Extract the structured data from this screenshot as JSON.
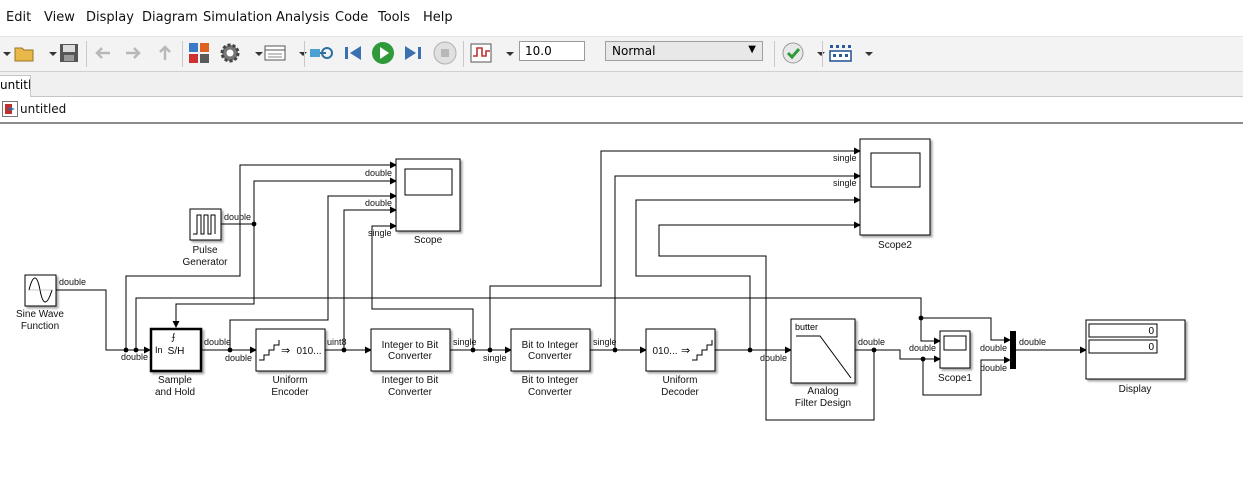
{
  "menu": [
    "Edit",
    "View",
    "Display",
    "Diagram",
    "Simulation",
    "Analysis",
    "Code",
    "Tools",
    "Help"
  ],
  "toolbar": {
    "stop_time": "10.0",
    "sim_mode": "Normal",
    "icons": [
      "new-model-icon",
      "open-icon",
      "save-icon",
      "back-icon",
      "forward-icon",
      "up-icon",
      "library-browser-icon",
      "model-config-icon",
      "model-explorer-icon",
      "step-back-icon",
      "run-icon",
      "step-forward-icon",
      "stop-icon",
      "signal-logging-icon",
      "check-icon",
      "build-icon"
    ]
  },
  "tab": {
    "label": "untitled"
  },
  "breadcrumb": {
    "label": "untitled"
  },
  "blocks": {
    "sine": {
      "label1": "Sine Wave",
      "label2": "Function"
    },
    "pulse": {
      "label1": "Pulse",
      "label2": "Generator"
    },
    "sh": {
      "label1": "Sample",
      "label2": "and Hold",
      "port_in": "In",
      "text": "S/H"
    },
    "enc": {
      "label1": "Uniform",
      "label2": "Encoder",
      "text": "010..."
    },
    "i2b": {
      "text1": "Integer to Bit",
      "text2": "Converter",
      "label1": "Integer to Bit",
      "label2": "Converter"
    },
    "b2i": {
      "text1": "Bit to Integer",
      "text2": "Converter",
      "label1": "Bit to Integer",
      "label2": "Converter"
    },
    "dec": {
      "label1": "Uniform",
      "label2": "Decoder",
      "text": "010..."
    },
    "filt": {
      "text": "butter",
      "label1": "Analog",
      "label2": "Filter Design"
    },
    "scope": {
      "label": "Scope"
    },
    "scope1": {
      "label": "Scope1"
    },
    "scope2": {
      "label": "Scope2"
    },
    "display": {
      "label": "Display",
      "val1": "0",
      "val2": "0"
    }
  },
  "signals": {
    "sine_out": "double",
    "pulse_out": "double",
    "sh_in": "double",
    "sh_out": "double",
    "enc_in": "double",
    "enc_out": "uint8",
    "i2b_out": "single",
    "b2i_in": "single",
    "b2i_out": "single",
    "dec_in": "double",
    "filt_out": "double",
    "scope_in1": "double",
    "scope_in2": "double",
    "scope_in3": "single",
    "scope2_in1": "single",
    "scope2_in2": "single",
    "scope1_in": "double",
    "mux_in1": "double",
    "mux_in2": "double",
    "display_in": "double"
  }
}
